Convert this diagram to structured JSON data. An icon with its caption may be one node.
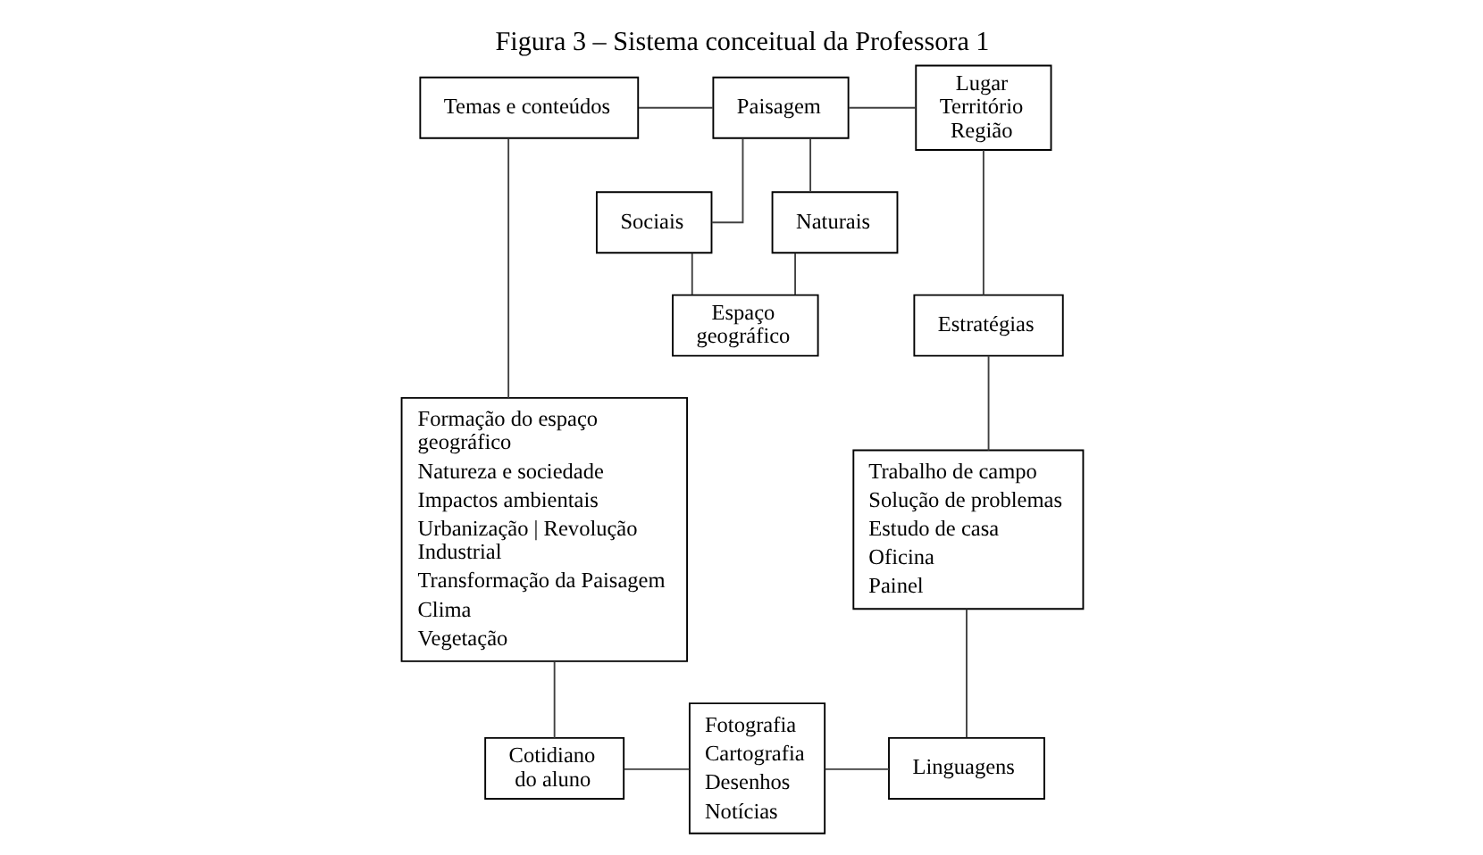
{
  "diagram": {
    "title": "Figura 3 – Sistema conceitual da Professora 1",
    "nodes": [
      {
        "text": [
          "Temas e conteúdos"
        ]
      },
      {
        "text": [
          "Paisagem"
        ]
      },
      {
        "text": [
          "Lugar Território Região"
        ]
      },
      {
        "text": [
          "Sociais"
        ]
      },
      {
        "text": [
          "Naturais"
        ]
      },
      {
        "text": [
          "Espaço geográfico"
        ]
      },
      {
        "text": [
          "Estratégias"
        ]
      },
      {
        "text": [
          "Formação do espaço geográfico",
          "Natureza e sociedade",
          "Impactos ambientais",
          "Urbanização | Revolução Industrial",
          "Transformação da Paisagem",
          "Clima",
          "Vegetação"
        ]
      },
      {
        "text": [
          "Trabalho de campo",
          "Solução de problemas",
          "Estudo de casa",
          "Oficina",
          "Painel"
        ]
      },
      {
        "text": [
          "Cotidiano do aluno"
        ]
      },
      {
        "text": [
          "Fotografia",
          "Cartografia",
          "Desenhos",
          "Notícias"
        ]
      },
      {
        "text": [
          "Linguagens"
        ]
      }
    ],
    "edges": [
      {
        "from": 0,
        "to": 1,
        "arrow": "none"
      },
      {
        "from": 1,
        "to": 2,
        "arrow": "none"
      },
      {
        "from": 1,
        "to": 3,
        "arrow": "none"
      },
      {
        "from": 1,
        "to": 4,
        "arrow": "none"
      },
      {
        "from": 3,
        "to": 5,
        "arrow": "none"
      },
      {
        "from": 4,
        "to": 5,
        "arrow": "none"
      },
      {
        "from": 2,
        "to": 6,
        "arrow": "none"
      },
      {
        "from": 0,
        "to": 7,
        "arrow": "none"
      },
      {
        "from": 6,
        "to": 8,
        "arrow": "none"
      },
      {
        "from": 7,
        "to": 9,
        "arrow": "none"
      },
      {
        "from": 9,
        "to": 10,
        "arrow": "none"
      },
      {
        "from": 10,
        "to": 11,
        "arrow": "none"
      },
      {
        "from": 8,
        "to": 11,
        "arrow": "none"
      }
    ]
  }
}
